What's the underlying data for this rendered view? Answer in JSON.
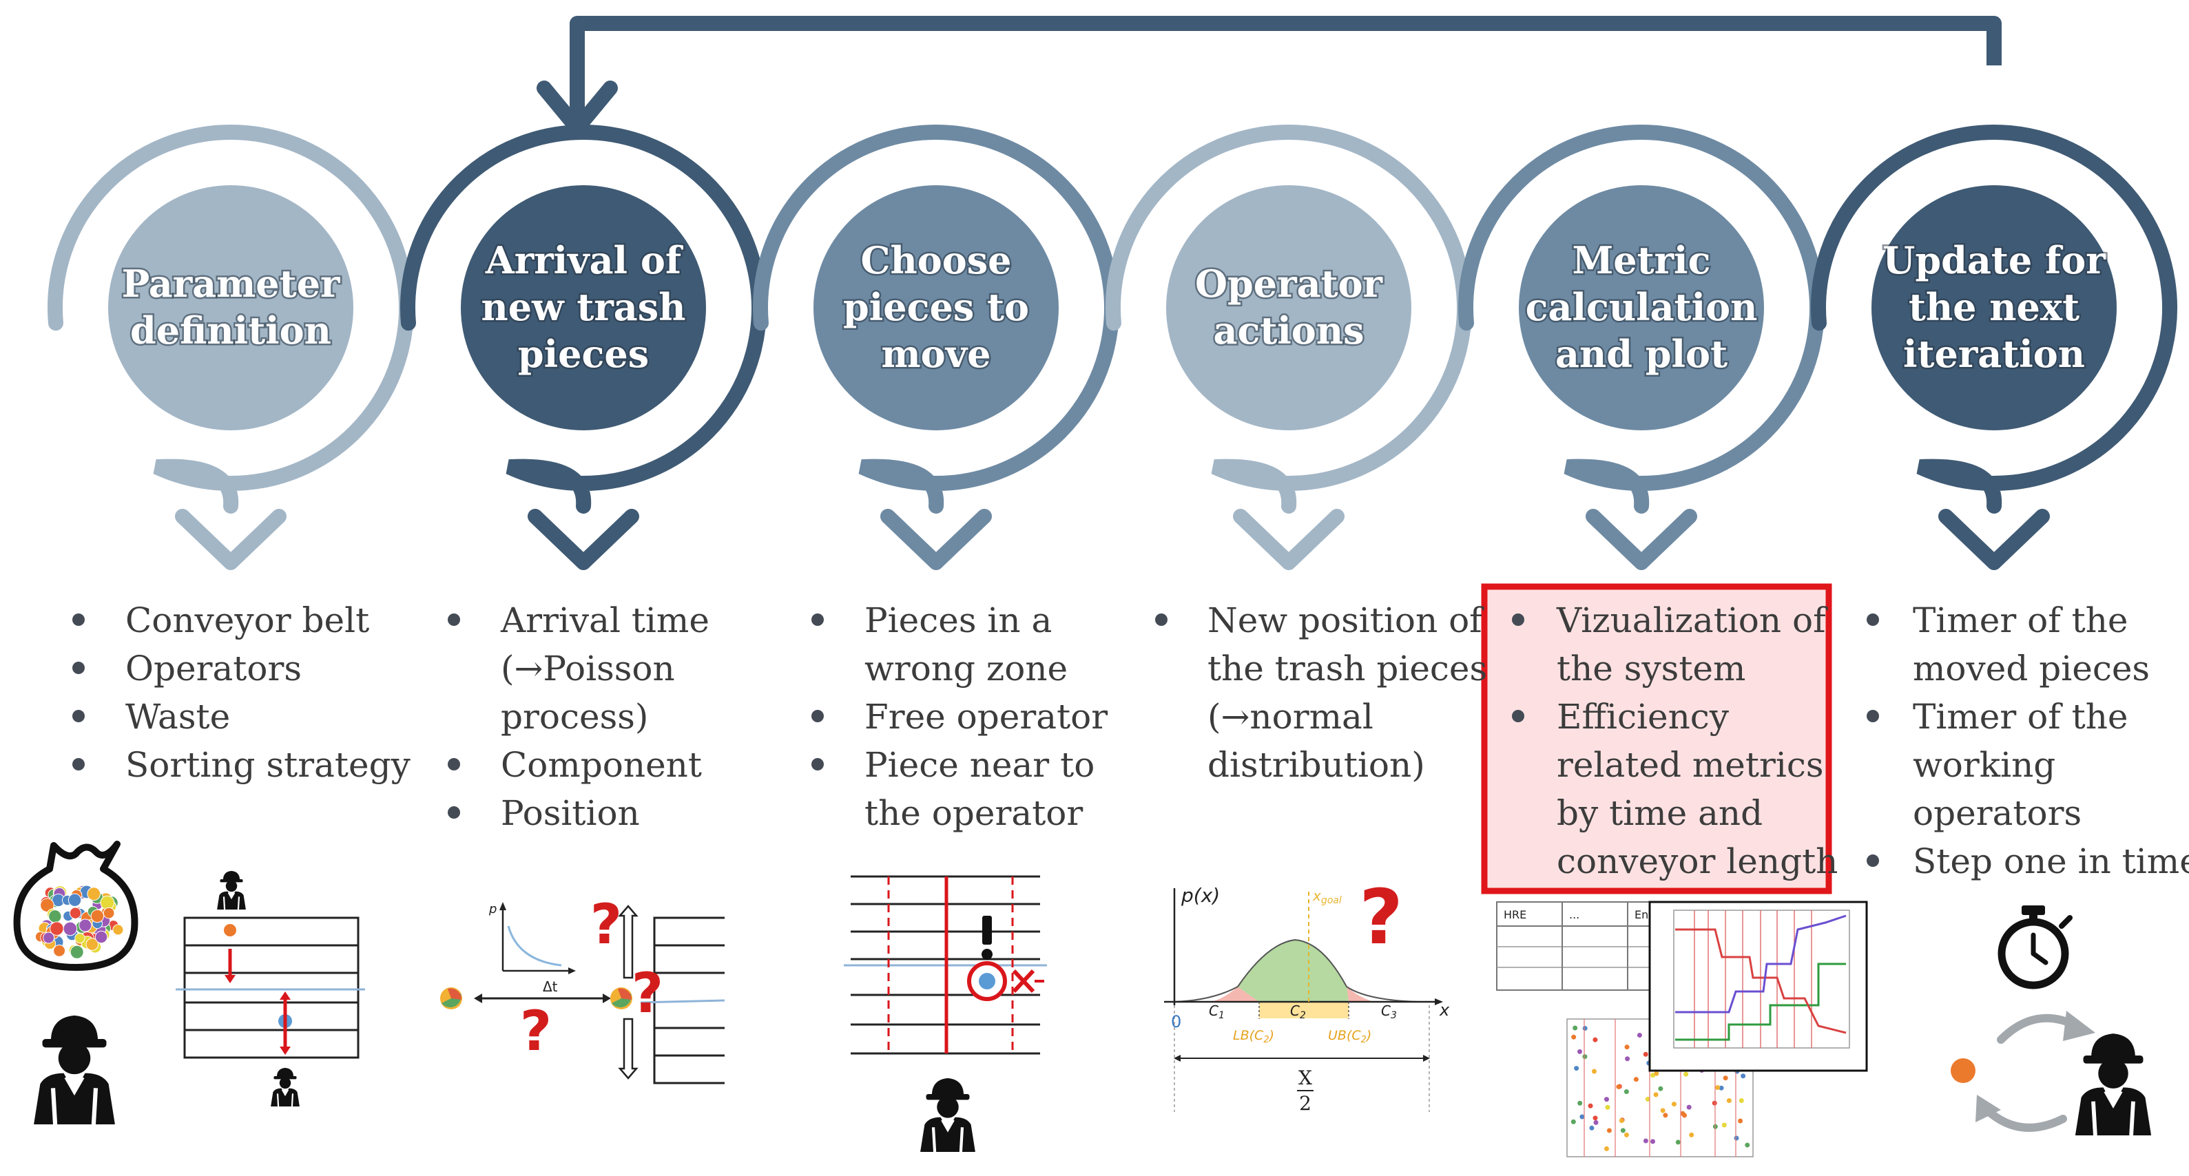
{
  "colors": {
    "dark": "#3f5a74",
    "mid": "#6e8aa3",
    "light": "#a3b6c6",
    "highlight_border": "#e0161b",
    "highlight_fill": "#fde1e2"
  },
  "steps": [
    {
      "title_lines": [
        "Parameter",
        "definition"
      ],
      "tone": "light",
      "bullets": [
        [
          "Conveyor belt"
        ],
        [
          "Operators"
        ],
        [
          "Waste"
        ],
        [
          "Sorting strategy"
        ]
      ]
    },
    {
      "title_lines": [
        "Arrival of",
        "new trash",
        "pieces"
      ],
      "tone": "dark",
      "bullets": [
        [
          "Arrival time",
          "(→Poisson",
          "process)"
        ],
        [
          "Component"
        ],
        [
          "Position"
        ]
      ]
    },
    {
      "title_lines": [
        "Choose",
        "pieces to",
        "move"
      ],
      "tone": "mid",
      "bullets": [
        [
          "Pieces in a",
          "wrong zone"
        ],
        [
          "Free operator"
        ],
        [
          "Piece near to",
          "the operator"
        ]
      ]
    },
    {
      "title_lines": [
        "Operator",
        "actions"
      ],
      "tone": "light",
      "bullets": [
        [
          "New position of",
          "the trash pieces",
          "(→normal",
          "distribution)"
        ]
      ]
    },
    {
      "title_lines": [
        "Metric",
        "calculation",
        "and plot"
      ],
      "tone": "mid",
      "bullets": [
        [
          "Vizualization of",
          "the system"
        ],
        [
          "Efficiency",
          "related metrics",
          "by time and",
          "conveyor length"
        ]
      ]
    },
    {
      "title_lines": [
        "Update for",
        "the next",
        "iteration"
      ],
      "tone": "dark",
      "bullets": [
        [
          "Timer of the",
          "moved pieces"
        ],
        [
          "Timer of the",
          "working",
          "operators"
        ],
        [
          "Step one in time"
        ]
      ]
    }
  ],
  "icons": {
    "step1": [
      "waste-bag-icon",
      "operator-icon",
      "conveyor-belt-icon"
    ],
    "step2": [
      "arrival-rate-plot-icon",
      "question-mark-icon",
      "conveyor-entry-icon"
    ],
    "step3": [
      "conveyor-zones-icon",
      "exclamation-icon",
      "target-piece-icon",
      "operator-icon"
    ],
    "step4": [
      "normal-distribution-icon",
      "question-mark-icon"
    ],
    "step5": [
      "metrics-table-icon",
      "entropy-plot-icon",
      "scatter-plot-icon"
    ],
    "step6": [
      "stopwatch-icon",
      "cycle-arrows-icon",
      "operator-icon"
    ]
  },
  "distribution_labels": {
    "p_of_x": "p(x)",
    "x_goal": "x",
    "x_goal_sub": "goal",
    "origin": "0",
    "c1": "C",
    "c1_sub": "1",
    "c2": "C",
    "c2_sub": "2",
    "c3": "C",
    "c3_sub": "3",
    "lb": "LB(C",
    "lb_sub": "2",
    "ub": "UB(C",
    "ub_sub": "2",
    "close": ")",
    "x_axis": "x",
    "half_num": "X",
    "half_den": "2"
  },
  "arrival_plot_labels": {
    "p": "p",
    "dt": "Δt"
  },
  "metrics_table": {
    "col1": "HRE",
    "col2": "...",
    "col3": "Entropy"
  }
}
